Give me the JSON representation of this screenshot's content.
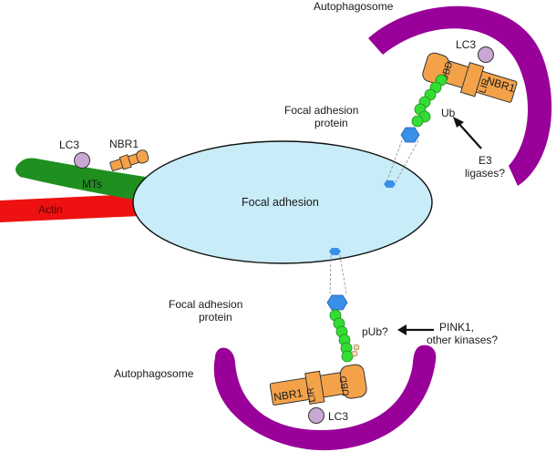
{
  "colors": {
    "autophagosome": "#990099",
    "focal_adhesion_fill": "#c8ecf8",
    "microtubule": "#1f8f1f",
    "actin": "#ee1111",
    "nbr1": "#f4a24a",
    "lc3": "#c9a8d4",
    "ubiquitin": "#33dd33",
    "fa_protein": "#3a8fe8",
    "phospho": "#f3d9b0"
  },
  "labels": {
    "autophagosome_top": "Autophagosome",
    "autophagosome_bottom": "Autophagosome",
    "lc3_left": "LC3",
    "nbr1_left": "NBR1",
    "mts": "MTs",
    "actin": "Actin",
    "focal_adhesion": "Focal adhesion",
    "fa_protein_top_line1": "Focal adhesion",
    "fa_protein_top_line2": "protein",
    "fa_protein_bottom_line1": "Focal adhesion",
    "fa_protein_bottom_line2": "protein",
    "ub": "Ub",
    "e3_line1": "E3",
    "e3_line2": "ligases?",
    "pub": "pUb?",
    "pink1_line1": "PINK1,",
    "pink1_line2": "other kinases?",
    "lc3_top": "LC3",
    "lc3_bottom": "LC3",
    "ubd_top": "UBD",
    "lir_top": "LIR",
    "nbr1_top": "NBR1",
    "ubd_bottom": "UBD",
    "lir_bottom": "LIR",
    "nbr1_bottom": "NBR1"
  }
}
